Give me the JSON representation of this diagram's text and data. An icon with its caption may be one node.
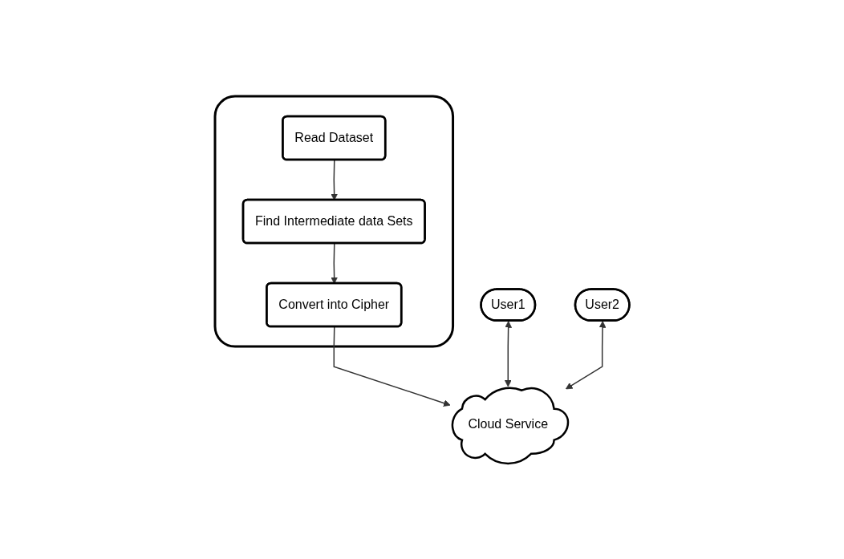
{
  "diagram": {
    "nodes": [
      {
        "text": [],
        "shape": "box"
      },
      {
        "text": [
          "Read Dataset"
        ],
        "in": 0
      },
      {
        "text": [
          "Find Intermediate data Sets"
        ],
        "in": 0
      },
      {
        "text": [
          "Convert into Cipher"
        ],
        "in": 0
      },
      {
        "text": [
          "User1"
        ]
      },
      {
        "text": [
          "User2"
        ]
      },
      {
        "text": [
          "Cloud Service"
        ]
      }
    ],
    "edges": [
      {
        "from": 1,
        "to": 2,
        "arrow": "to"
      },
      {
        "from": 2,
        "to": 3,
        "arrow": "to"
      },
      {
        "from": 3,
        "to": 6,
        "arrow": "to"
      },
      {
        "from": 4,
        "to": 6,
        "arrow": "both"
      },
      {
        "from": 5,
        "to": 6,
        "arrow": "both"
      }
    ]
  }
}
